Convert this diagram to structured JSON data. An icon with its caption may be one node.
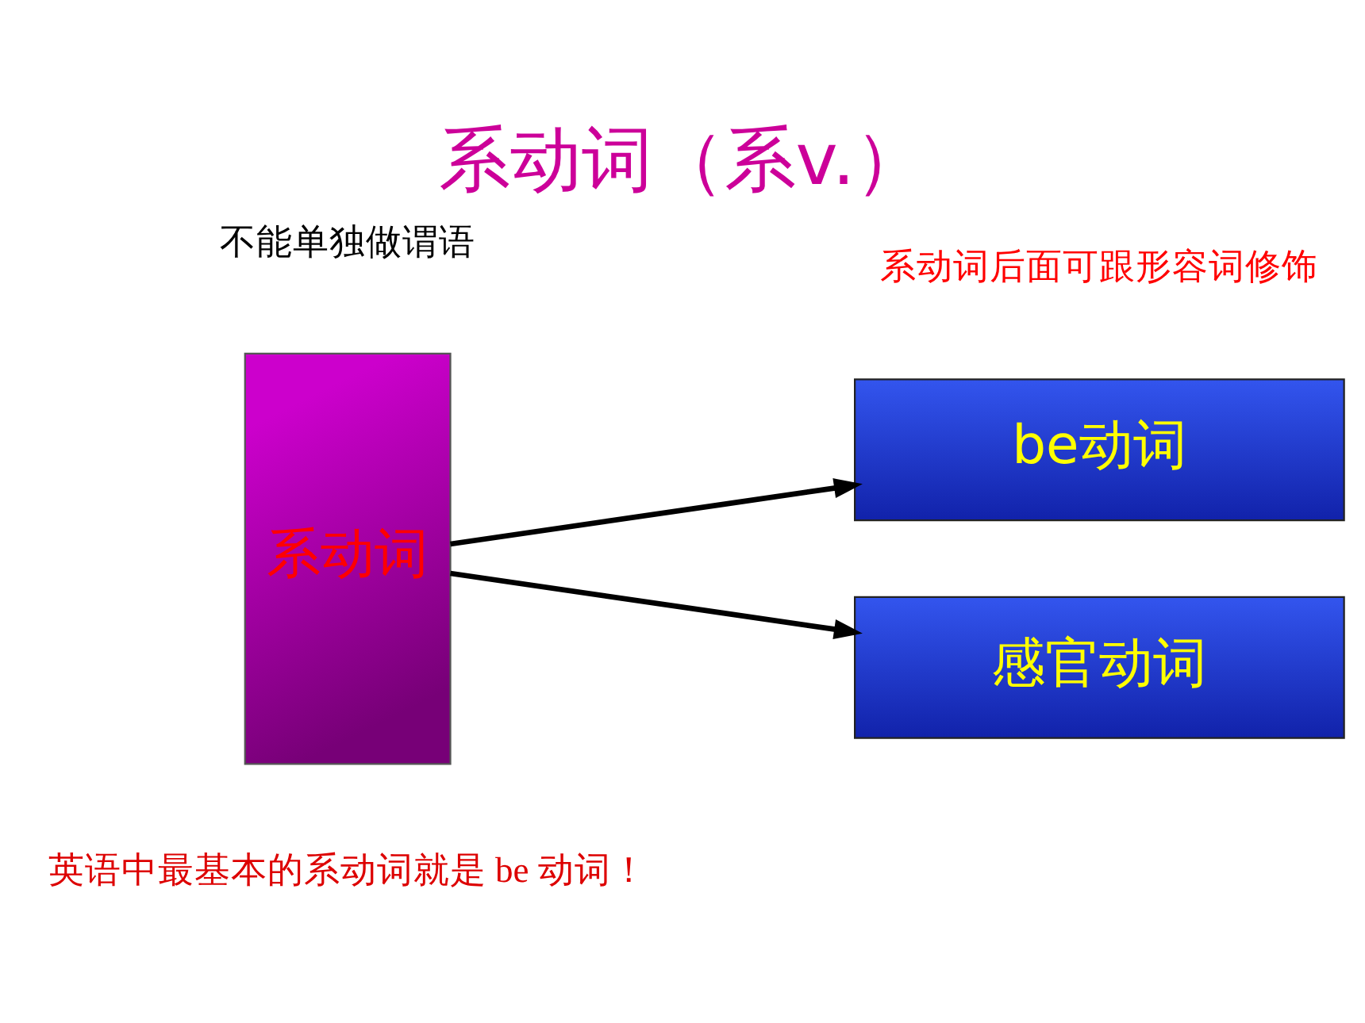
{
  "diagram": {
    "title": "系动词（系v.）",
    "caption": "英语中最基本的系动词就是 be 动词！",
    "nodes": [
      {
        "text": [
          "系动词"
        ]
      },
      {
        "text": [
          "be动词"
        ]
      },
      {
        "text": [
          "感官动词"
        ]
      }
    ],
    "edges": [
      {
        "from": 0,
        "to": 1,
        "arrow": "to"
      },
      {
        "from": 0,
        "to": 2,
        "arrow": "to"
      }
    ],
    "labels": [
      "不能单独做谓语",
      "系动词后面可跟形容词修饰"
    ]
  }
}
